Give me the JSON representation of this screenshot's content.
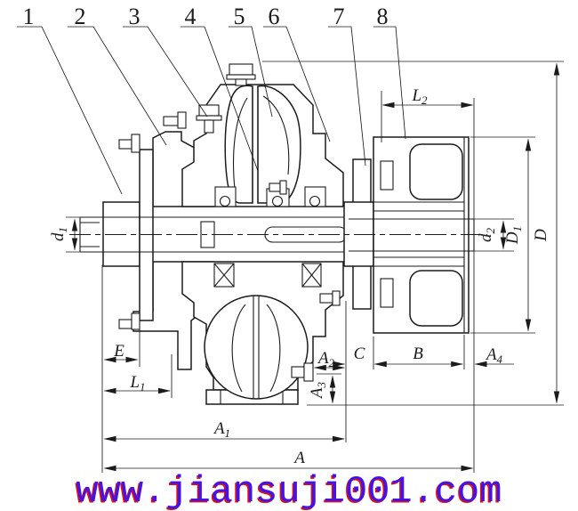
{
  "figure": {
    "type": "fluid-coupling-cross-section-drawing"
  },
  "colors": {
    "line": "#1b1b1b",
    "background": "#ffffff",
    "watermark_fill": "#4413e6",
    "watermark_edge": "#dd1111"
  },
  "callouts": [
    "1",
    "2",
    "3",
    "4",
    "5",
    "6",
    "7",
    "8"
  ],
  "dims": {
    "d1": {
      "base": "d",
      "sub": "1"
    },
    "L2": {
      "base": "L",
      "sub": "2"
    },
    "d2": {
      "base": "d",
      "sub": "2"
    },
    "D1": {
      "base": "D",
      "sub": "1"
    },
    "D": {
      "base": "D",
      "sub": ""
    },
    "E": {
      "base": "E",
      "sub": ""
    },
    "L1": {
      "base": "L",
      "sub": "1"
    },
    "A2": {
      "base": "A",
      "sub": "2"
    },
    "A3": {
      "base": "A",
      "sub": "3"
    },
    "C": {
      "base": "C",
      "sub": ""
    },
    "B": {
      "base": "B",
      "sub": ""
    },
    "A4": {
      "base": "A",
      "sub": "4"
    },
    "A1": {
      "base": "A",
      "sub": "1"
    },
    "A": {
      "base": "A",
      "sub": ""
    }
  },
  "watermark": {
    "text": "www.jiansuji001.com"
  }
}
